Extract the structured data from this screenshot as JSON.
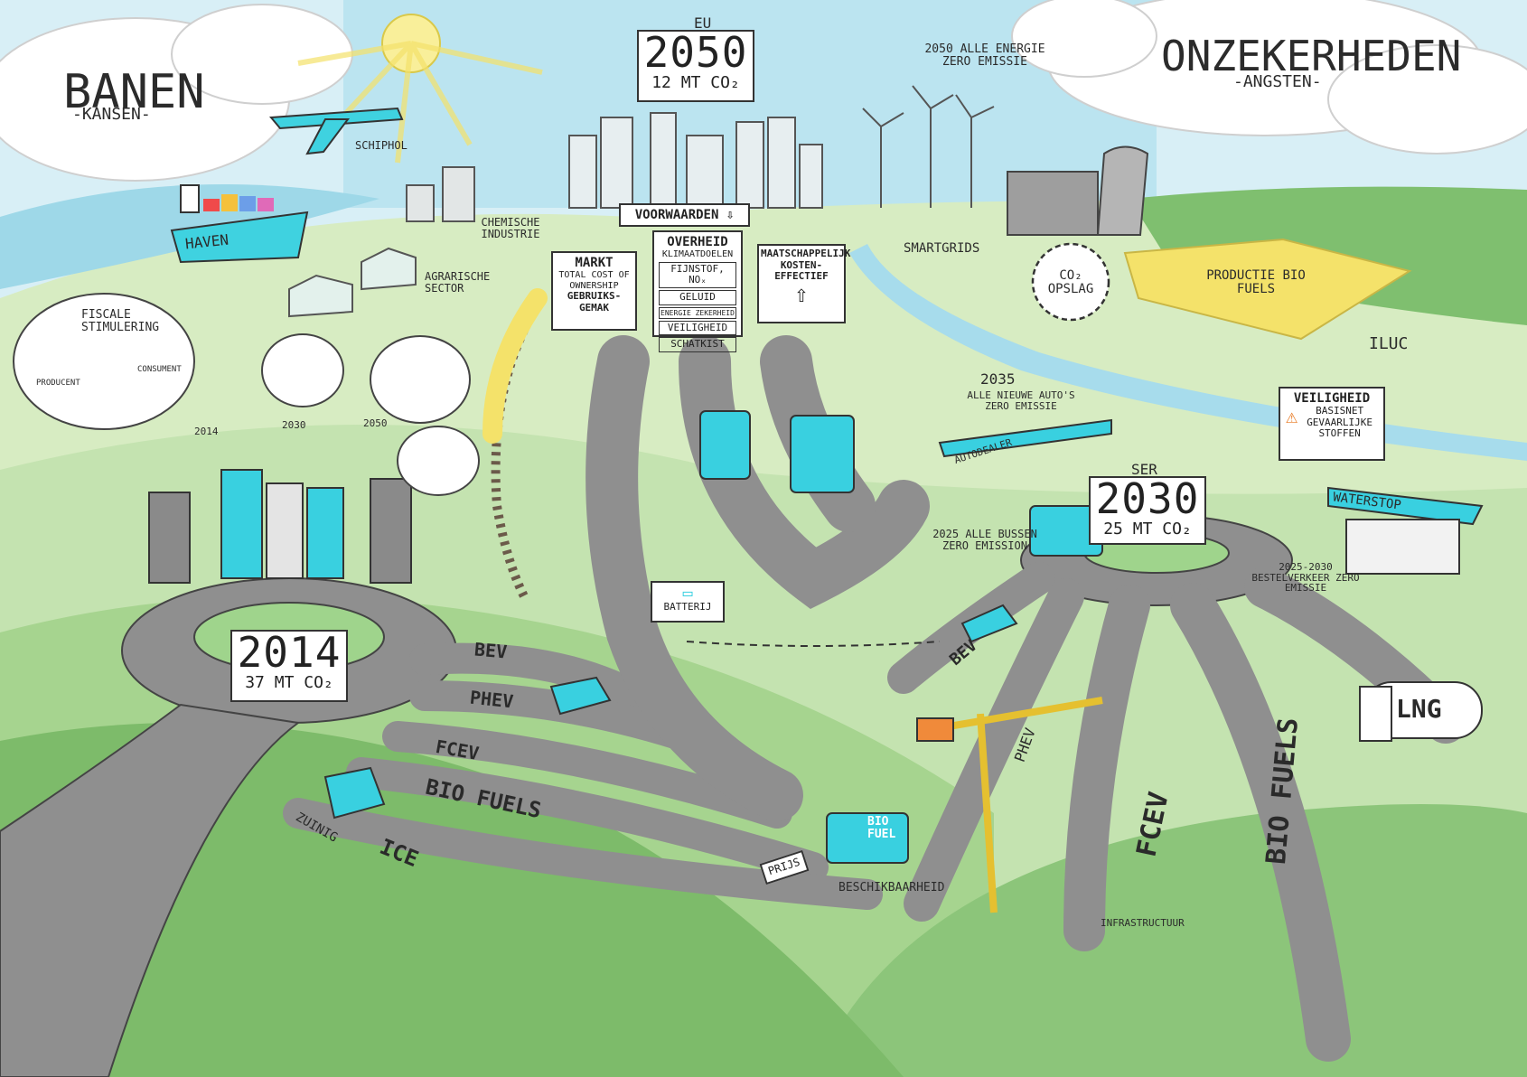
{
  "headings": {
    "left_title": "BANEN",
    "left_sub": "-KANSEN-",
    "right_title": "ONZEKERHEDEN",
    "right_sub": "-ANGSTEN-"
  },
  "goals": {
    "eu_label": "EU",
    "eu_year": "2050",
    "eu_co2": "12 MT CO₂",
    "ser_label": "SER",
    "ser_year": "2030",
    "ser_co2": "25 MT CO₂",
    "start_year": "2014",
    "start_co2": "37 MT CO₂"
  },
  "places": {
    "haven": "HAVEN",
    "schiphol": "SCHIPHOL",
    "chemische": "CHEMISCHE INDUSTRIE",
    "agrarische": "AGRARISCHE SECTOR",
    "energie": "2050 ALLE ENERGIE ZERO EMISSIE",
    "smartgrids": "SMARTGRIDS",
    "co2": "CO₂ OPSLAG",
    "biofuels_prod": "PRODUCTIE BIO FUELS",
    "iluc": "ILUC",
    "fiscale": "FISCALE STIMULERING",
    "producent": "PRODUCENT",
    "consument": "CONSUMENT"
  },
  "timeline": {
    "y2014": "2014",
    "y2030": "2030",
    "y2050": "2050"
  },
  "conditions": {
    "header": "VOORWAARDEN ⇩",
    "markt_title": "MARKT",
    "markt_text": "TOTAL COST OF OWNERSHIP",
    "markt_item": "GEBRUIKS-GEMAK",
    "overheid_title": "OVERHEID",
    "overheid_text": "KLIMAATDOELEN",
    "overheid_items": [
      "FIJNSTOF, NOₓ",
      "GELUID",
      "ENERGIE ZEKERHEID",
      "VEILIGHEID",
      "SCHATKIST"
    ],
    "maatschappij_text": "MAATSCHAPPELIJK KOSTEN-EFFECTIEF"
  },
  "milestones": {
    "m2035_year": "2035",
    "m2035_text": "ALLE NIEUWE AUTO'S ZERO EMISSIE",
    "autodealer": "AUTODEALER",
    "m2025_text": "2025 ALLE BUSSEN ZERO EMISSION",
    "m2025_2030_text": "2025-2030 BESTELVERKEER ZERO EMISSIE",
    "veiligheid_title": "VEILIGHEID",
    "veiligheid_text": "BASISNET GEVAARLIJKE STOFFEN",
    "waterstop": "WATERSTOP"
  },
  "roads": {
    "bev": "BEV",
    "phev": "PHEV",
    "fcev": "FCEV",
    "bio": "BIO FUELS",
    "ice": "ICE",
    "zuinig": "ZUINIG",
    "r_bev": "BEV",
    "r_phev": "PHEV",
    "r_fcev": "FCEV",
    "r_bio": "BIO FUELS",
    "lng": "LNG"
  },
  "misc": {
    "batterij": "BATTERIJ",
    "prijs": "PRIJS",
    "beschikbaarheid": "BESCHIKBAARHEID",
    "infrastructuur": "INFRASTRUCTUUR",
    "truck_bio": "BIO FUEL"
  },
  "colors": {
    "sky": "#bfe3f0",
    "grass_light": "#d7ecc2",
    "grass": "#8cc57a",
    "road": "#8f8f8f",
    "cyan": "#39d0e0",
    "yellow": "#f4e26a"
  }
}
